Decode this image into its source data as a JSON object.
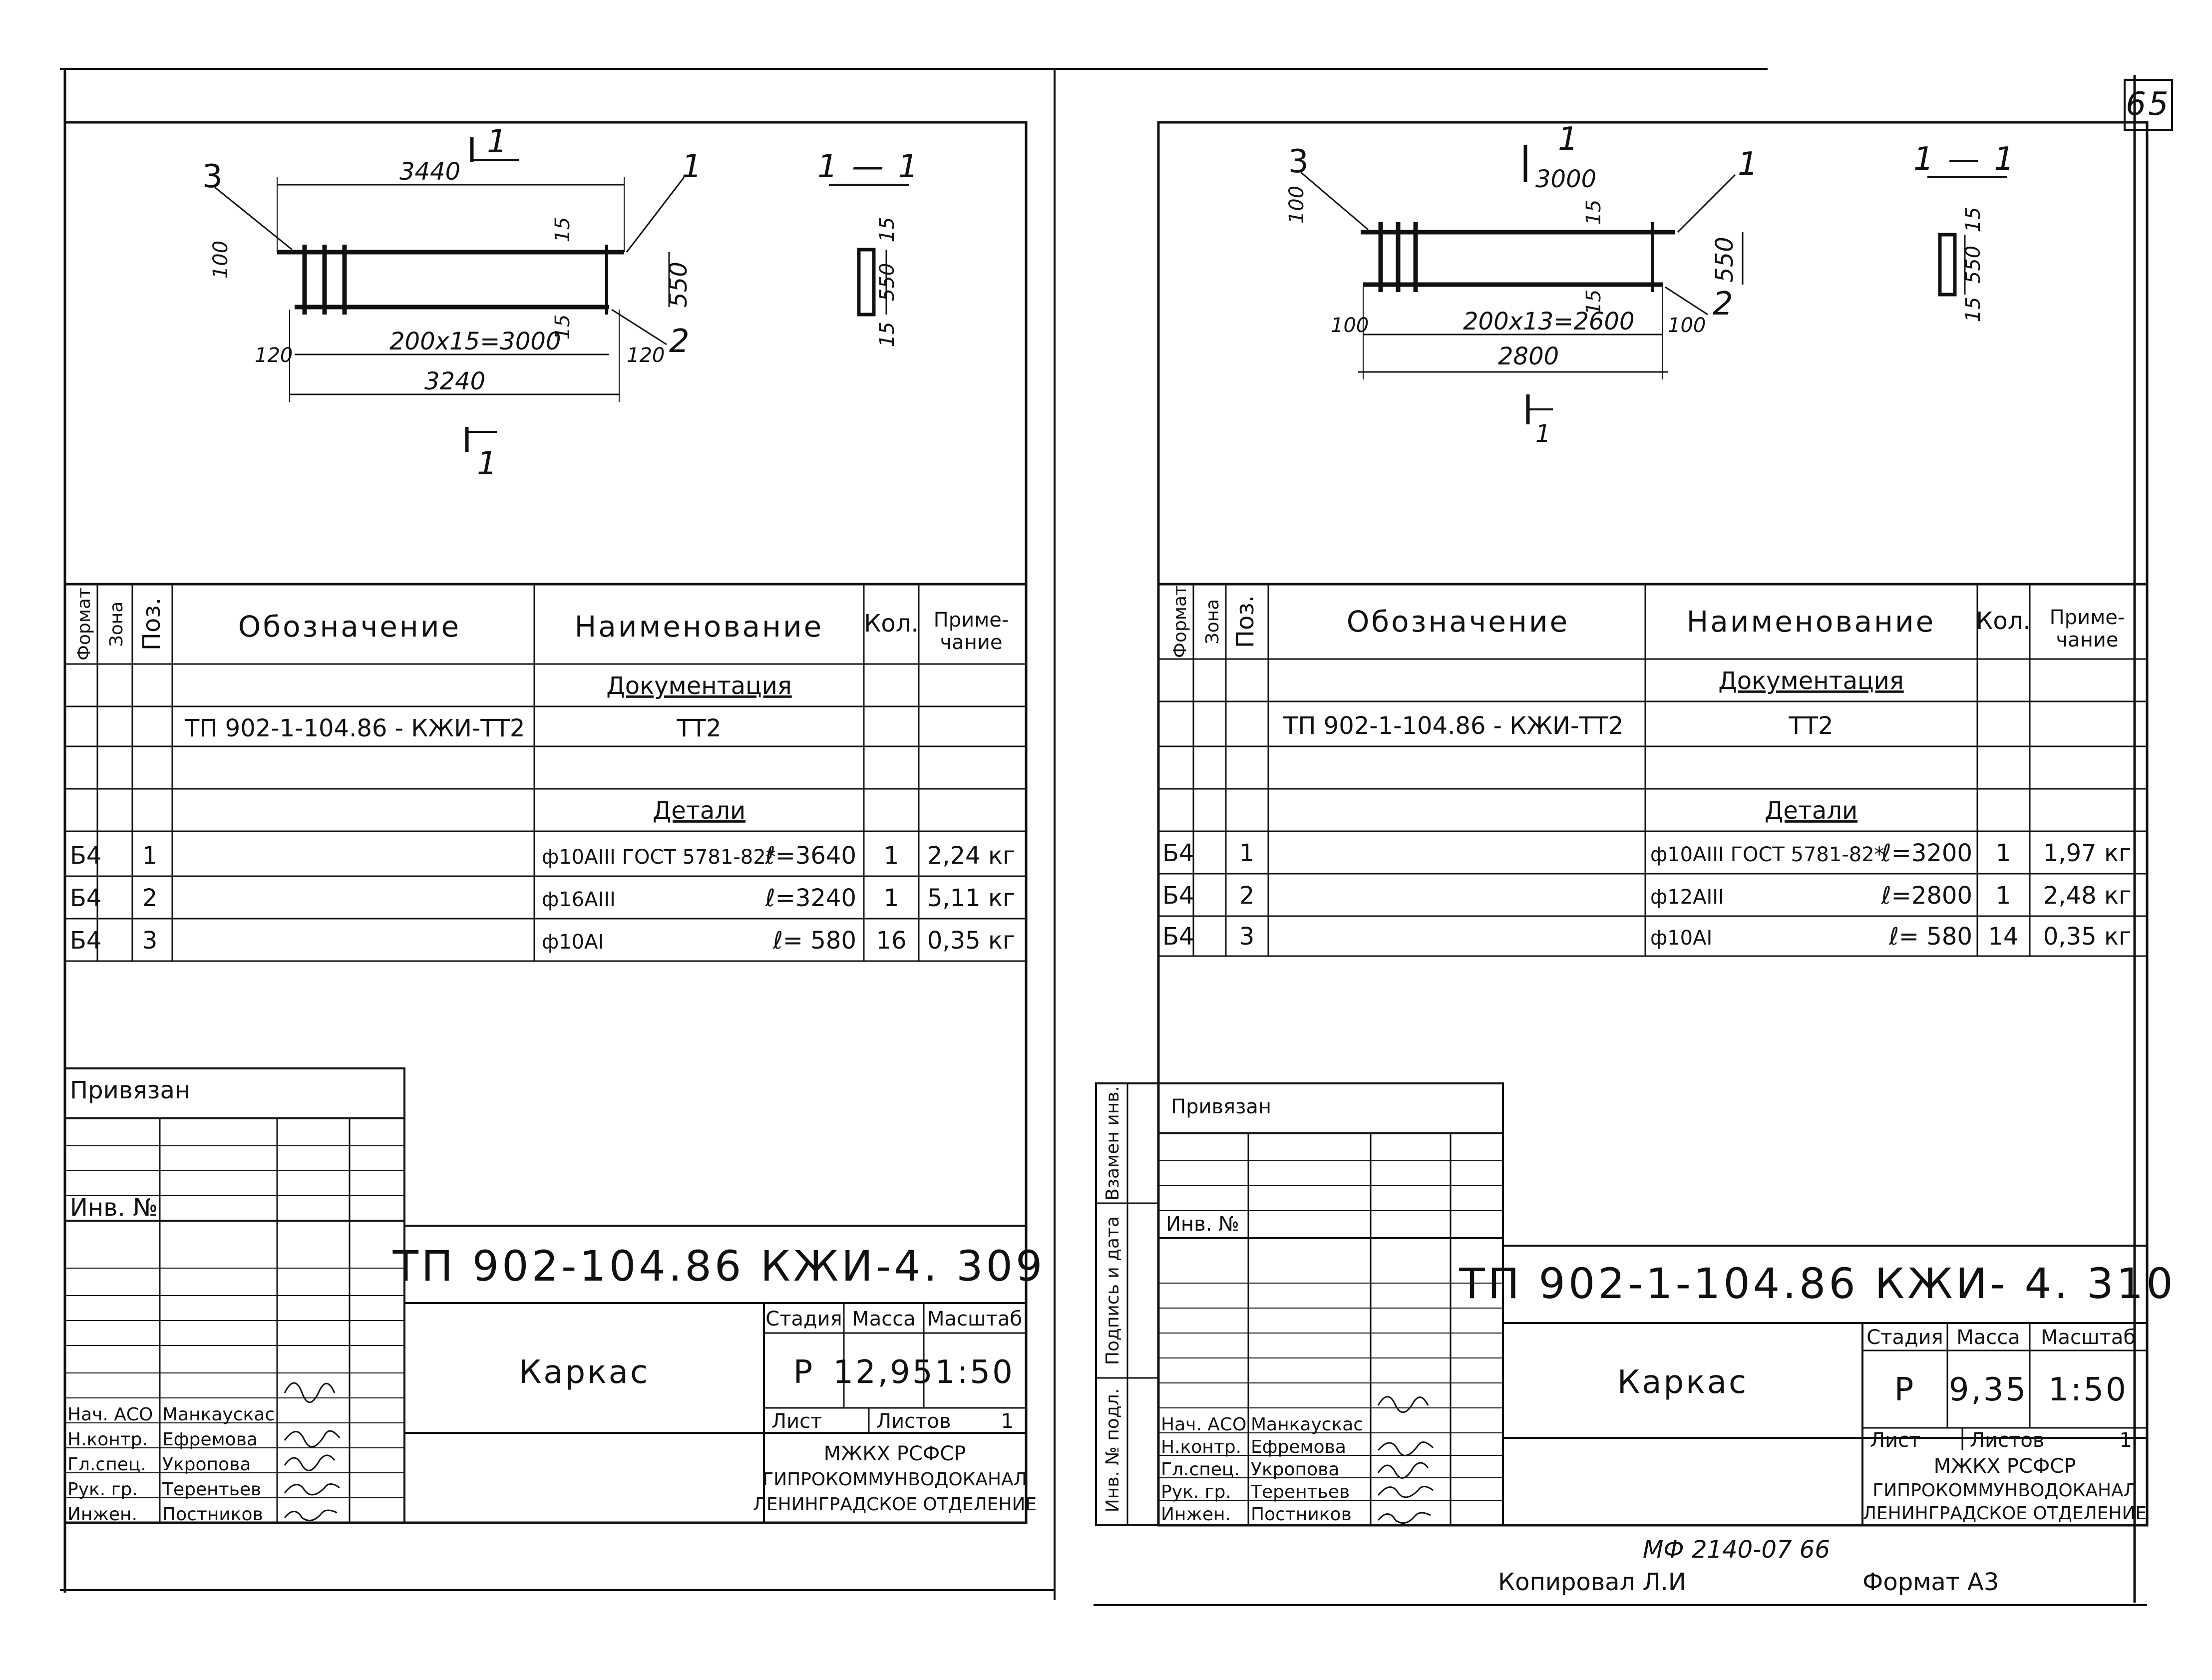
{
  "page_number": "65",
  "sheet_left": {
    "drawing": {
      "dim_top": "3440",
      "dim_spacing": "200x15=3000",
      "dim_total": "3240",
      "dim_end_left": "120",
      "dim_end_right": "120",
      "dim_100": "100",
      "dim_15a": "15",
      "dim_15b": "15",
      "dim_550": "550",
      "pos1": "1",
      "pos2": "2",
      "pos3": "3",
      "cut_top": "1",
      "cut_bottom": "1",
      "section_title": "1 — 1",
      "sec_15a": "15",
      "sec_550": "550",
      "sec_15b": "15"
    },
    "spec": {
      "headers": {
        "format": "Формат",
        "zone": "Зона",
        "pos": "Поз.",
        "designation": "Обозначение",
        "name": "Наименование",
        "qty": "Кол.",
        "note": "Приме-\nчание"
      },
      "note_l1": "Приме-",
      "note_l2": "чание",
      "section_docs": "Документация",
      "doc_designation": "ТП 902-1-104.86 - КЖИ-ТТ2",
      "doc_name": "ТТ2",
      "section_parts": "Детали",
      "rows": [
        {
          "format": "Б4",
          "pos": "1",
          "name": "ф10АIII  ГОСТ 5781-82*",
          "length": "ℓ=3640",
          "qty": "1",
          "note": "2,24 кг"
        },
        {
          "format": "Б4",
          "pos": "2",
          "name": "ф16АIII",
          "length": "ℓ=3240",
          "qty": "1",
          "note": "5,11 кг"
        },
        {
          "format": "Б4",
          "pos": "3",
          "name": "ф10АI",
          "length": "ℓ= 580",
          "qty": "16",
          "note": "0,35 кг"
        }
      ]
    },
    "stamp": {
      "linked": "Привязан",
      "inv_no": "Инв. №",
      "code": "ТП 902-104.86 КЖИ-4. 309",
      "title": "Каркас",
      "stage_h": "Стадия",
      "mass_h": "Масса",
      "scale_h": "Масштаб",
      "stage": "Р",
      "mass": "12,95",
      "scale": "1:50",
      "sheet_h": "Лист",
      "sheets_h": "Листов",
      "sheets": "1",
      "org1": "МЖКХ          РСФСР",
      "org2": "ГИПРОКОММУНВОДОКАНАЛ",
      "org3": "ЛЕНИНГРАДСКОЕ ОТДЕЛЕНИЕ",
      "people": [
        {
          "role": "Нач. АСО",
          "name": "Манкаускас"
        },
        {
          "role": "Н.контр.",
          "name": "Ефремова"
        },
        {
          "role": "Гл.спец.",
          "name": "Укропова"
        },
        {
          "role": "Рук. гр.",
          "name": "Терентьев"
        },
        {
          "role": "Инжен.",
          "name": "Постников"
        }
      ]
    }
  },
  "sheet_right": {
    "drawing": {
      "dim_top": "3000",
      "dim_spacing": "200x13=2600",
      "dim_total": "2800",
      "dim_end_left": "100",
      "dim_end_right": "100",
      "dim_100": "100",
      "dim_15a": "15",
      "dim_15b": "15",
      "dim_550": "550",
      "pos1": "1",
      "pos2": "2",
      "pos3": "3",
      "cut_top": "1",
      "cut_bottom": "1",
      "section_title": "1 — 1",
      "sec_15a": "15",
      "sec_550": "550",
      "sec_15b": "15"
    },
    "spec": {
      "headers": {
        "format": "Формат",
        "zone": "Зона",
        "pos": "Поз.",
        "designation": "Обозначение",
        "name": "Наименование",
        "qty": "Кол."
      },
      "note_l1": "Приме-",
      "note_l2": "чание",
      "section_docs": "Документация",
      "doc_designation": "ТП 902-1-104.86 - КЖИ-ТТ2",
      "doc_name": "ТТ2",
      "section_parts": "Детали",
      "rows": [
        {
          "format": "Б4",
          "pos": "1",
          "name": "ф10АIII ГОСТ 5781-82*",
          "length": "ℓ=3200",
          "qty": "1",
          "note": "1,97 кг"
        },
        {
          "format": "Б4",
          "pos": "2",
          "name": "ф12АIII",
          "length": "ℓ=2800",
          "qty": "1",
          "note": "2,48 кг"
        },
        {
          "format": "Б4",
          "pos": "3",
          "name": "ф10АI",
          "length": "ℓ= 580",
          "qty": "14",
          "note": "0,35 кг"
        }
      ]
    },
    "stamp": {
      "linked": "Привязан",
      "inv_no": "Инв. №",
      "code": "ТП 902-1-104.86 КЖИ- 4. 310",
      "title": "Каркас",
      "stage_h": "Стадия",
      "mass_h": "Масса",
      "scale_h": "Масштаб",
      "stage": "Р",
      "mass": "9,35",
      "scale": "1:50",
      "sheet_h": "Лист",
      "sheets_h": "Листов",
      "sheets": "1",
      "org1": "МЖКХ          РСФСР",
      "org2": "ГИПРОКОММУНВОДОКАНАЛ",
      "org3": "ЛЕНИНГРАДСКОЕ ОТДЕЛЕНИЕ",
      "side_labels": [
        "Взамен инв.",
        "Подпись и дата",
        "Инв. № подл."
      ],
      "people": [
        {
          "role": "Нач. АСО",
          "name": "Манкаускас"
        },
        {
          "role": "Н.контр.",
          "name": "Ефремова"
        },
        {
          "role": "Гл.спец.",
          "name": "Укропова"
        },
        {
          "role": "Рук. гр.",
          "name": "Терентьев"
        },
        {
          "role": "Инжен.",
          "name": "Постников"
        }
      ]
    },
    "footer": {
      "mf": "МФ 2140-07   66",
      "copied": "Копировал  Л.И",
      "format": "Формат А3"
    }
  }
}
